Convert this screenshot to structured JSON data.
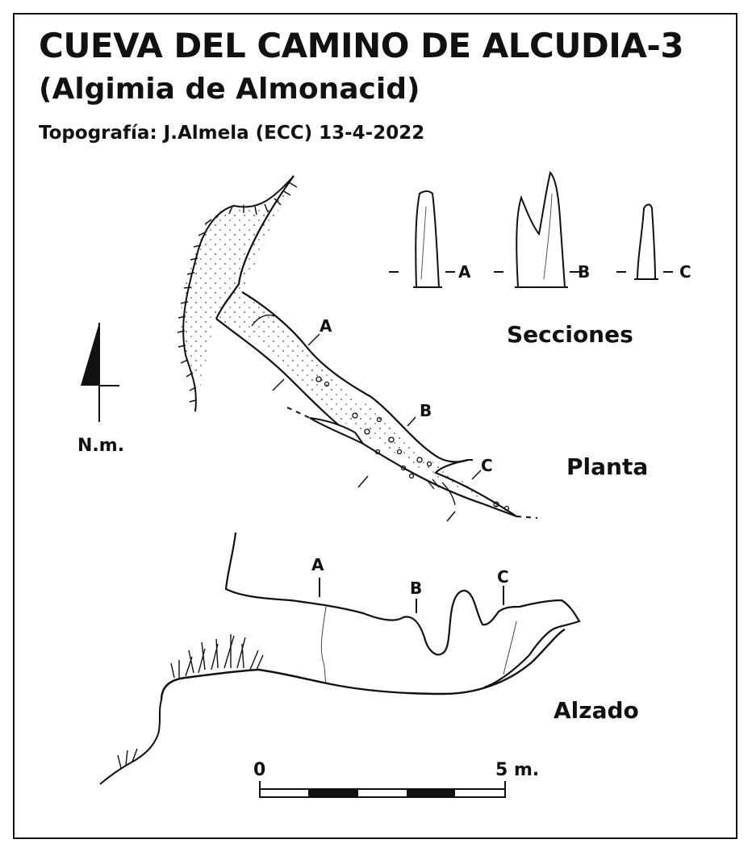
{
  "header": {
    "title": "CUEVA DEL CAMINO DE ALCUDIA-3",
    "subtitle": "(Algimia de Almonacid)",
    "credit": "Topografía: J.Almela (ECC) 13-4-2022"
  },
  "north_arrow": {
    "label": "N.m."
  },
  "views": {
    "sections": "Secciones",
    "plan": "Planta",
    "elevation": "Alzado"
  },
  "section_markers": {
    "a": "A",
    "b": "B",
    "c": "C"
  },
  "scale_bar": {
    "start": "0",
    "end": "5 m."
  }
}
